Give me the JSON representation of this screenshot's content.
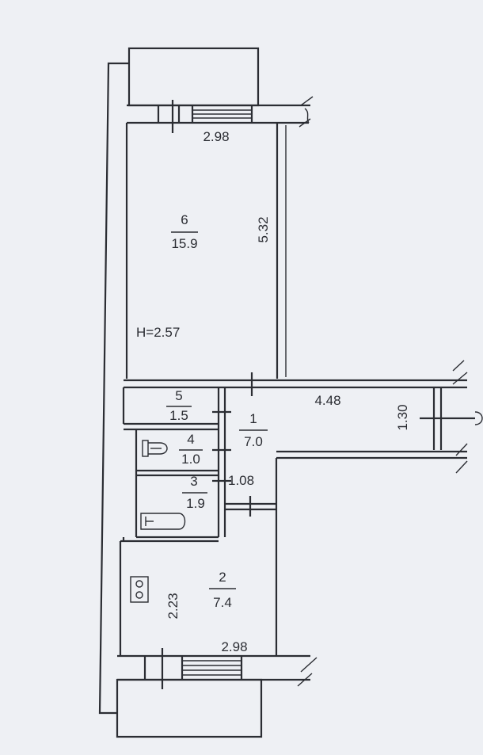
{
  "colors": {
    "paper": "#eef0f4",
    "ink": "#2b2d33"
  },
  "ceiling_height": "H=2.57",
  "rooms": [
    {
      "number": "6",
      "area": "15.9"
    },
    {
      "number": "5",
      "area": "1.5"
    },
    {
      "number": "4",
      "area": "1.0"
    },
    {
      "number": "3",
      "area": "1.9"
    },
    {
      "number": "1",
      "area": "7.0"
    },
    {
      "number": "2",
      "area": "7.4"
    }
  ],
  "dimensions": {
    "room6_width": "2.98",
    "room6_length": "5.32",
    "corridor_length": "4.48",
    "corridor_width": "1.30",
    "bath_width": "1.08",
    "kitchen_length": "2.23",
    "kitchen_width": "2.98"
  },
  "fixtures": [
    "toilet-icon",
    "bathtub-icon",
    "stove-icon"
  ]
}
